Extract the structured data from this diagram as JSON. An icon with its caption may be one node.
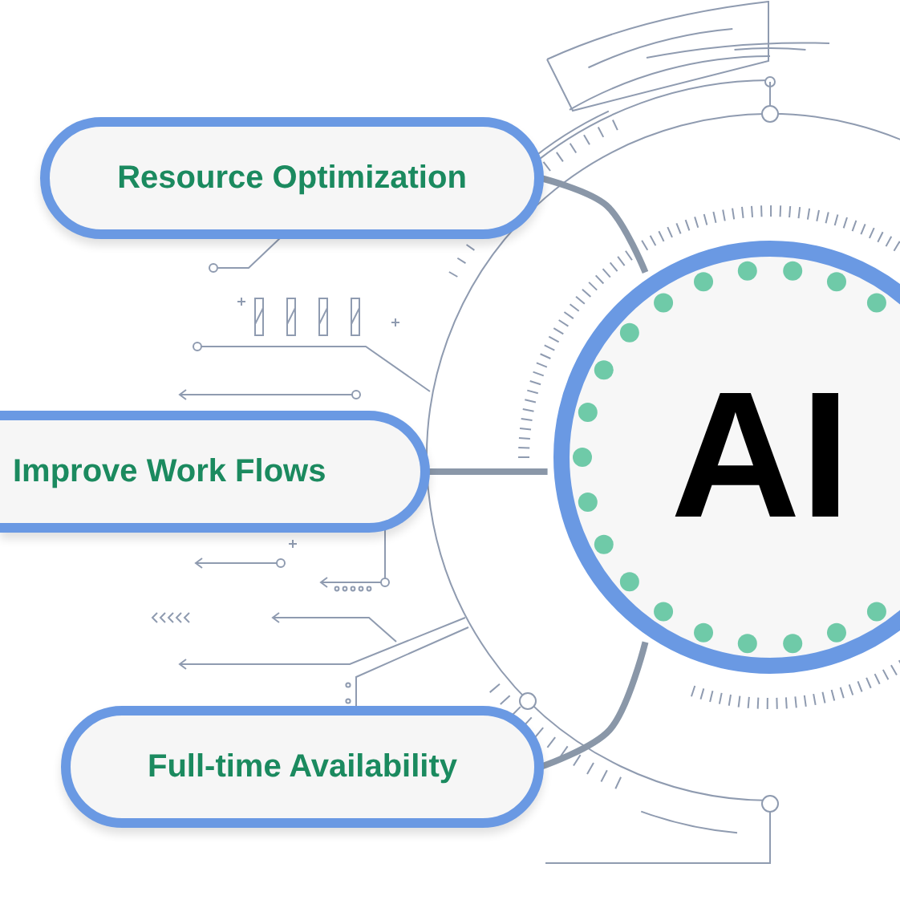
{
  "diagram": {
    "nodes": [
      {
        "text": [
          "AI"
        ]
      },
      {
        "text": [
          "Resource Optimization"
        ]
      },
      {
        "text": [
          "Improve Work Flows"
        ]
      },
      {
        "text": [
          "Full-time Availability"
        ]
      }
    ],
    "edges": [
      {
        "from": 1,
        "to": 0,
        "arrow": "none"
      },
      {
        "from": 2,
        "to": 0,
        "arrow": "none"
      },
      {
        "from": 3,
        "to": 0,
        "arrow": "none"
      }
    ]
  }
}
